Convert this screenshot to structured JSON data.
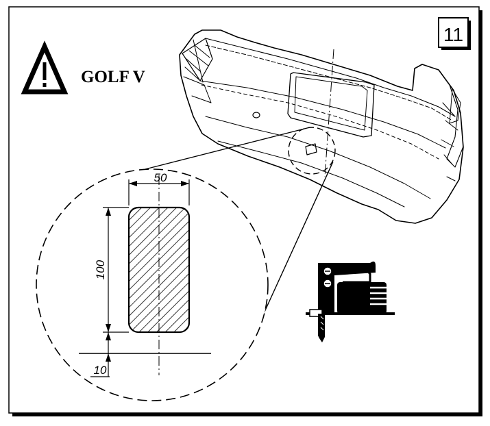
{
  "step_number": "11",
  "warning": {
    "model_label": "GOLF V",
    "icon": "warning-triangle-icon"
  },
  "cutout": {
    "width_label": "50",
    "height_label": "100",
    "offset_label": "10"
  },
  "tool_icon": "jigsaw-icon",
  "part_icon": "rear-bumper"
}
